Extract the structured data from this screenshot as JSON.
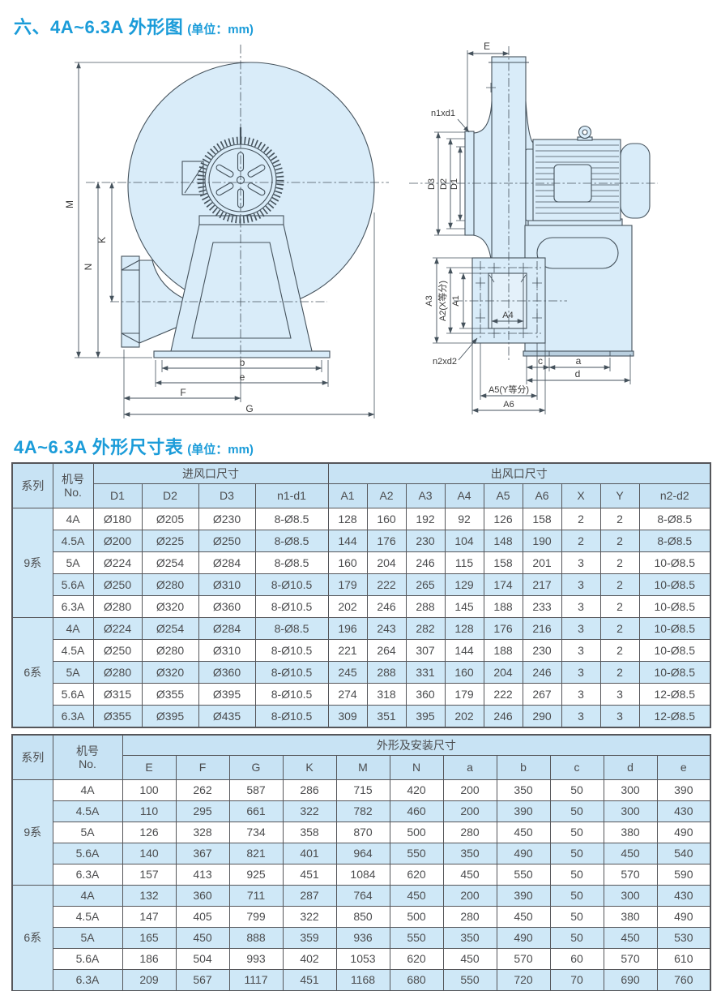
{
  "titles": {
    "drawing": {
      "main": "六、4A~6.3A 外形图",
      "unit": "(单位：mm)"
    },
    "table": {
      "main": "4A~6.3A 外形尺寸表",
      "unit": "(单位：mm)"
    }
  },
  "drawing_labels": {
    "front": {
      "M": "M",
      "K": "K",
      "N": "N",
      "b": "b",
      "e": "e",
      "F": "F",
      "G": "G"
    },
    "side": {
      "E": "E",
      "n1xd1": "n1xd1",
      "D3": "D3",
      "D2": "D2",
      "D1": "D1",
      "A3": "A3",
      "A2": "A2(X等分)",
      "A1": "A1",
      "A4": "A4",
      "n2xd2": "n2xd2",
      "A5": "A5(Y等分)",
      "A6": "A6",
      "c": "c",
      "a": "a",
      "d": "d"
    }
  },
  "colors": {
    "accent_blue": "#1b9cd9",
    "header_fill": "#c8e3f4",
    "row_alt_fill": "#cfe8f7",
    "drawing_fill": "#d9ecf9"
  },
  "table1": {
    "col_series": "系列",
    "col_no": "机号",
    "col_no2": "No.",
    "group_inlet": "进风口尺寸",
    "group_outlet": "出风口尺寸",
    "subheaders": [
      "D1",
      "D2",
      "D3",
      "n1-d1",
      "A1",
      "A2",
      "A3",
      "A4",
      "A5",
      "A6",
      "X",
      "Y",
      "n2-d2"
    ],
    "groups": [
      {
        "series": "9系",
        "rows": [
          [
            "4A",
            "Ø180",
            "Ø205",
            "Ø230",
            "8-Ø8.5",
            "128",
            "160",
            "192",
            "92",
            "126",
            "158",
            "2",
            "2",
            "8-Ø8.5"
          ],
          [
            "4.5A",
            "Ø200",
            "Ø225",
            "Ø250",
            "8-Ø8.5",
            "144",
            "176",
            "230",
            "104",
            "148",
            "190",
            "2",
            "2",
            "8-Ø8.5"
          ],
          [
            "5A",
            "Ø224",
            "Ø254",
            "Ø284",
            "8-Ø8.5",
            "160",
            "204",
            "246",
            "115",
            "158",
            "201",
            "3",
            "2",
            "10-Ø8.5"
          ],
          [
            "5.6A",
            "Ø250",
            "Ø280",
            "Ø310",
            "8-Ø10.5",
            "179",
            "222",
            "265",
            "129",
            "174",
            "217",
            "3",
            "2",
            "10-Ø8.5"
          ],
          [
            "6.3A",
            "Ø280",
            "Ø320",
            "Ø360",
            "8-Ø10.5",
            "202",
            "246",
            "288",
            "145",
            "188",
            "233",
            "3",
            "2",
            "10-Ø8.5"
          ]
        ]
      },
      {
        "series": "6系",
        "rows": [
          [
            "4A",
            "Ø224",
            "Ø254",
            "Ø284",
            "8-Ø8.5",
            "196",
            "243",
            "282",
            "128",
            "176",
            "216",
            "3",
            "2",
            "10-Ø8.5"
          ],
          [
            "4.5A",
            "Ø250",
            "Ø280",
            "Ø310",
            "8-Ø10.5",
            "221",
            "264",
            "307",
            "144",
            "188",
            "230",
            "3",
            "2",
            "10-Ø8.5"
          ],
          [
            "5A",
            "Ø280",
            "Ø320",
            "Ø360",
            "8-Ø10.5",
            "245",
            "288",
            "331",
            "160",
            "204",
            "246",
            "3",
            "2",
            "10-Ø8.5"
          ],
          [
            "5.6A",
            "Ø315",
            "Ø355",
            "Ø395",
            "8-Ø10.5",
            "274",
            "318",
            "360",
            "179",
            "222",
            "267",
            "3",
            "3",
            "12-Ø8.5"
          ],
          [
            "6.3A",
            "Ø355",
            "Ø395",
            "Ø435",
            "8-Ø10.5",
            "309",
            "351",
            "395",
            "202",
            "246",
            "290",
            "3",
            "3",
            "12-Ø8.5"
          ]
        ]
      }
    ]
  },
  "table2": {
    "col_series": "系列",
    "col_no": "机号",
    "col_no2": "No.",
    "group_dims": "外形及安装尺寸",
    "subheaders": [
      "E",
      "F",
      "G",
      "K",
      "M",
      "N",
      "a",
      "b",
      "c",
      "d",
      "e"
    ],
    "groups": [
      {
        "series": "9系",
        "rows": [
          [
            "4A",
            "100",
            "262",
            "587",
            "286",
            "715",
            "420",
            "200",
            "350",
            "50",
            "300",
            "390"
          ],
          [
            "4.5A",
            "110",
            "295",
            "661",
            "322",
            "782",
            "460",
            "200",
            "390",
            "50",
            "300",
            "430"
          ],
          [
            "5A",
            "126",
            "328",
            "734",
            "358",
            "870",
            "500",
            "280",
            "450",
            "50",
            "380",
            "490"
          ],
          [
            "5.6A",
            "140",
            "367",
            "821",
            "401",
            "964",
            "550",
            "350",
            "490",
            "50",
            "450",
            "540"
          ],
          [
            "6.3A",
            "157",
            "413",
            "925",
            "451",
            "1084",
            "620",
            "450",
            "550",
            "50",
            "570",
            "590"
          ]
        ]
      },
      {
        "series": "6系",
        "rows": [
          [
            "4A",
            "132",
            "360",
            "711",
            "287",
            "764",
            "450",
            "200",
            "390",
            "50",
            "300",
            "430"
          ],
          [
            "4.5A",
            "147",
            "405",
            "799",
            "322",
            "850",
            "500",
            "280",
            "450",
            "50",
            "380",
            "490"
          ],
          [
            "5A",
            "165",
            "450",
            "888",
            "359",
            "936",
            "550",
            "350",
            "490",
            "50",
            "450",
            "530"
          ],
          [
            "5.6A",
            "186",
            "504",
            "993",
            "402",
            "1053",
            "620",
            "450",
            "570",
            "60",
            "570",
            "610"
          ],
          [
            "6.3A",
            "209",
            "567",
            "1117",
            "451",
            "1168",
            "680",
            "550",
            "720",
            "70",
            "690",
            "760"
          ]
        ]
      }
    ]
  }
}
